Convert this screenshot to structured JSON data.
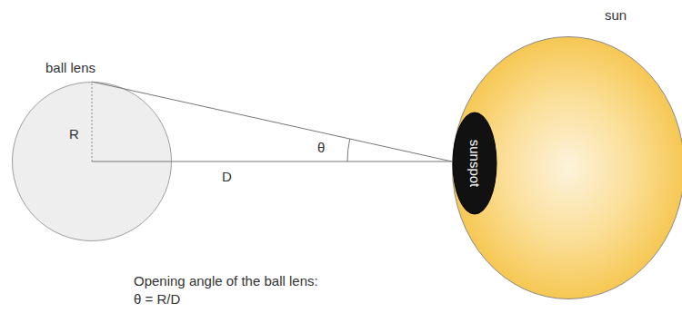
{
  "diagram": {
    "nodes": [
      {
        "text": [
          "ball lens"
        ]
      },
      {
        "text": [
          "sun"
        ]
      },
      {
        "text": [
          "sunspot"
        ],
        "in": 1
      }
    ],
    "labels": [
      "R",
      "D",
      "θ",
      "Opening angle of the ball lens:",
      "θ = R/D"
    ]
  }
}
